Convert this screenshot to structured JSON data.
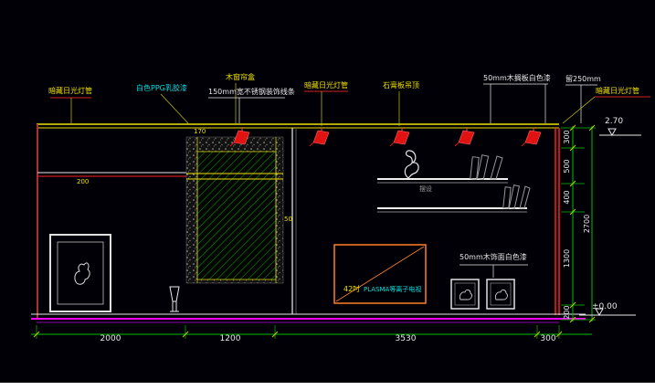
{
  "callouts": {
    "hidden_light_left": "暗藏日光灯管",
    "ppg_paint": "白色PPG乳胶漆",
    "curtain_box": "木窗帘盒",
    "steel_trim": "150mm宽不锈钢装饰线条",
    "hidden_light_mid": "暗藏日光灯管",
    "gypsum_ceiling": "石膏板吊顶",
    "wood_shelf_white": "50mm木搁板白色漆",
    "reserve_250": "留250mm",
    "hidden_light_right": "暗藏日光灯管",
    "wood_veneer_white": "50mm木饰面白色漆",
    "tv_size": "42吋",
    "tv_type": "PLASMA等离子电视",
    "shelf_decor": "摆设"
  },
  "dimensions": {
    "bottom": [
      "2000",
      "1200",
      "3530",
      "300"
    ],
    "right": [
      "300",
      "500",
      "400",
      "1300",
      "200"
    ],
    "right_total": "2700",
    "cove_height": "200",
    "lamp_offset": "170",
    "panel_gap": "50"
  },
  "elevations": {
    "ceiling": "2.70",
    "floor": "±0.00"
  },
  "colors": {
    "background": "#000006",
    "ceiling_line": "#f0e000",
    "wall_line": "#ff2020",
    "floor_line": "#ff00ff",
    "dimension_line": "#00c000",
    "hatch": "#00b400",
    "tv_outline": "#ff7f27",
    "callout_cyan": "#00e0e0",
    "callout_yellow": "#f0e000"
  }
}
